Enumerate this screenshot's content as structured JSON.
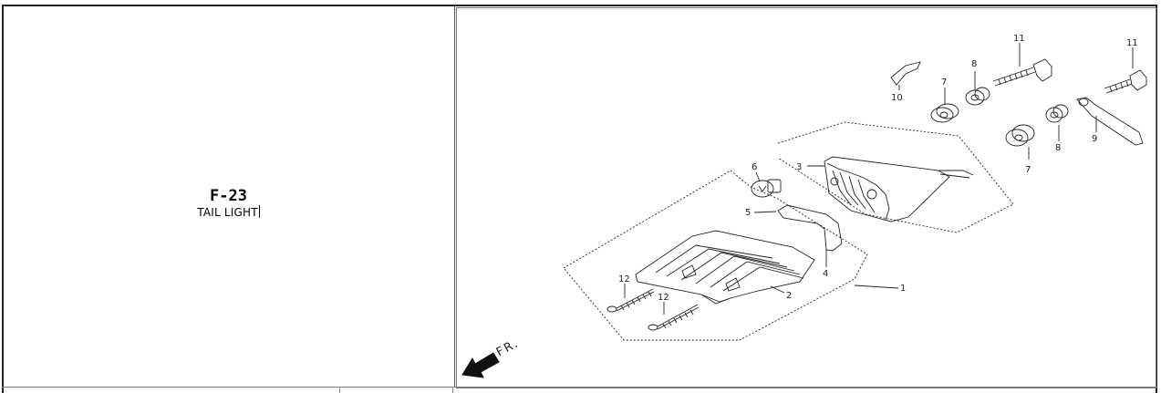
{
  "section": {
    "code": "F-23",
    "name": "TAIL LIGHT"
  },
  "diagram": {
    "callouts": [
      "1",
      "2",
      "3",
      "4",
      "5",
      "6",
      "7",
      "7",
      "8",
      "8",
      "9",
      "10",
      "11",
      "11",
      "12",
      "12"
    ],
    "direction_label": "FR."
  },
  "colors": {
    "line": "#222222",
    "border": "#555555"
  }
}
